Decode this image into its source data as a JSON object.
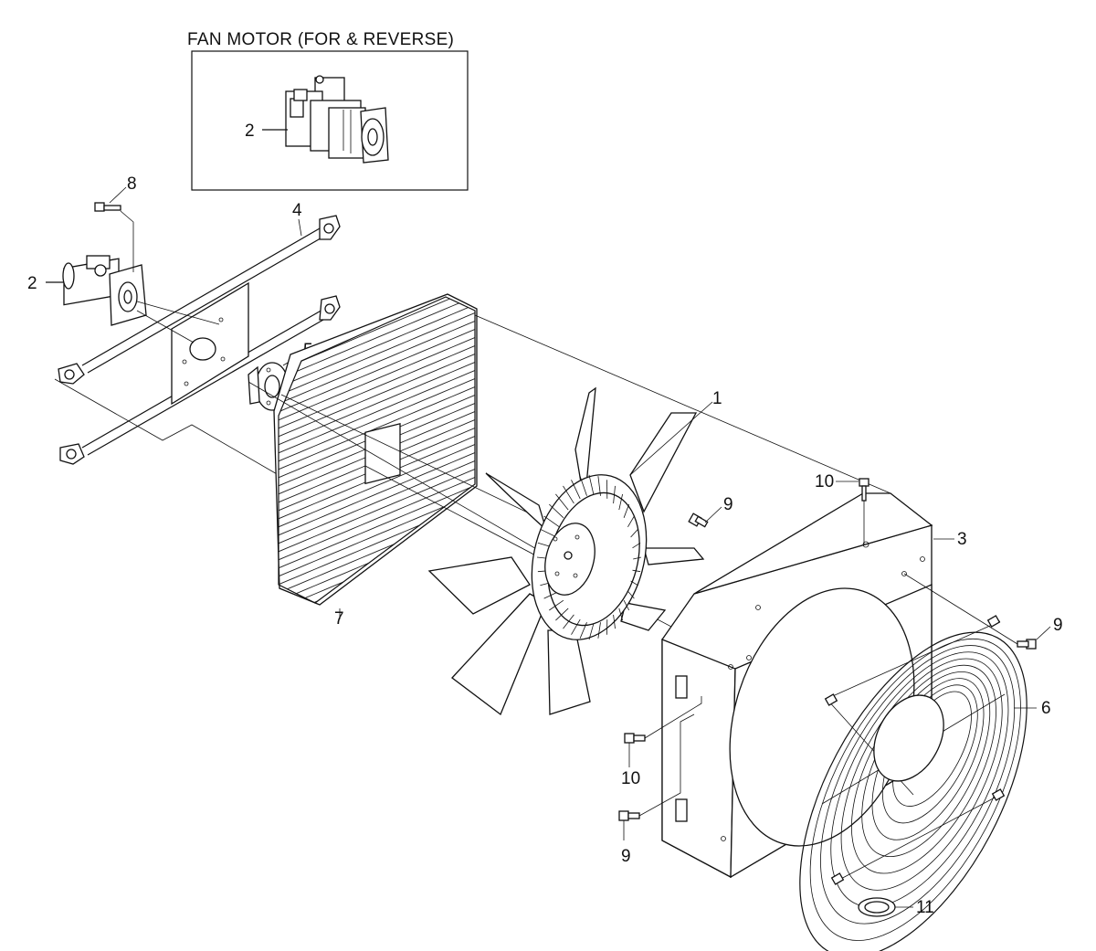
{
  "inset": {
    "title": "FAN MOTOR (FOR & REVERSE)",
    "callout": "2"
  },
  "callouts": {
    "c1": "1",
    "c2": "2",
    "c3": "3",
    "c4": "4",
    "c5": "5",
    "c6": "6",
    "c7": "7",
    "c8": "8",
    "c9a": "9",
    "c9b": "9",
    "c9c": "9",
    "c10a": "10",
    "c10b": "10",
    "c11": "11"
  }
}
